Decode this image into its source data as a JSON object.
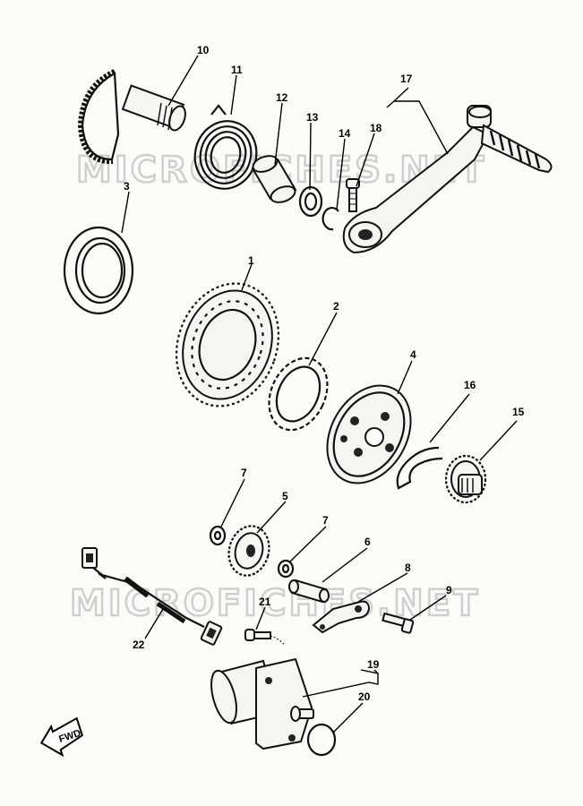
{
  "watermarks": [
    "MICROFICHES.NET",
    "MICROFICHES.NET"
  ],
  "direction_badge": "FWD",
  "callouts": [
    "1",
    "2",
    "3",
    "4",
    "5",
    "6",
    "7",
    "7",
    "8",
    "9",
    "10",
    "11",
    "12",
    "13",
    "14",
    "15",
    "16",
    "17",
    "18",
    "19",
    "20",
    "21",
    "22"
  ]
}
